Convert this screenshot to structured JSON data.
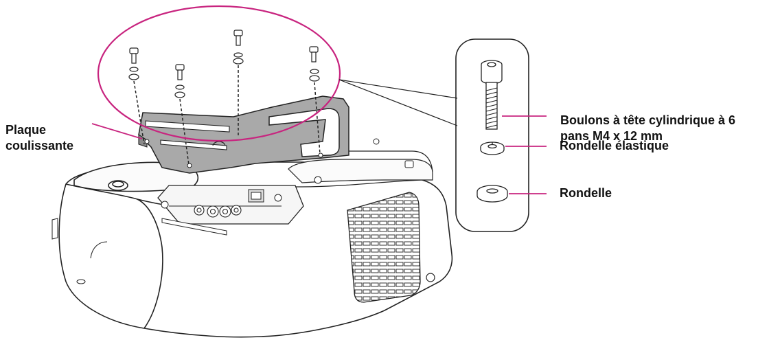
{
  "labels": {
    "plaque": "Plaque coulissante",
    "boulons": "Boulons à tête cylindrique à 6 pans M4 x 12 mm",
    "rondelle_elastique": "Rondelle élastique",
    "rondelle": "Rondelle"
  },
  "colors": {
    "highlight_ellipse": "#c8247f",
    "callout_line": "#c8247f",
    "leader_line": "#000000",
    "label_text": "#111111",
    "plate_fill": "#a9a9a9",
    "projector_fill": "#ffffff",
    "outline": "#222222"
  }
}
